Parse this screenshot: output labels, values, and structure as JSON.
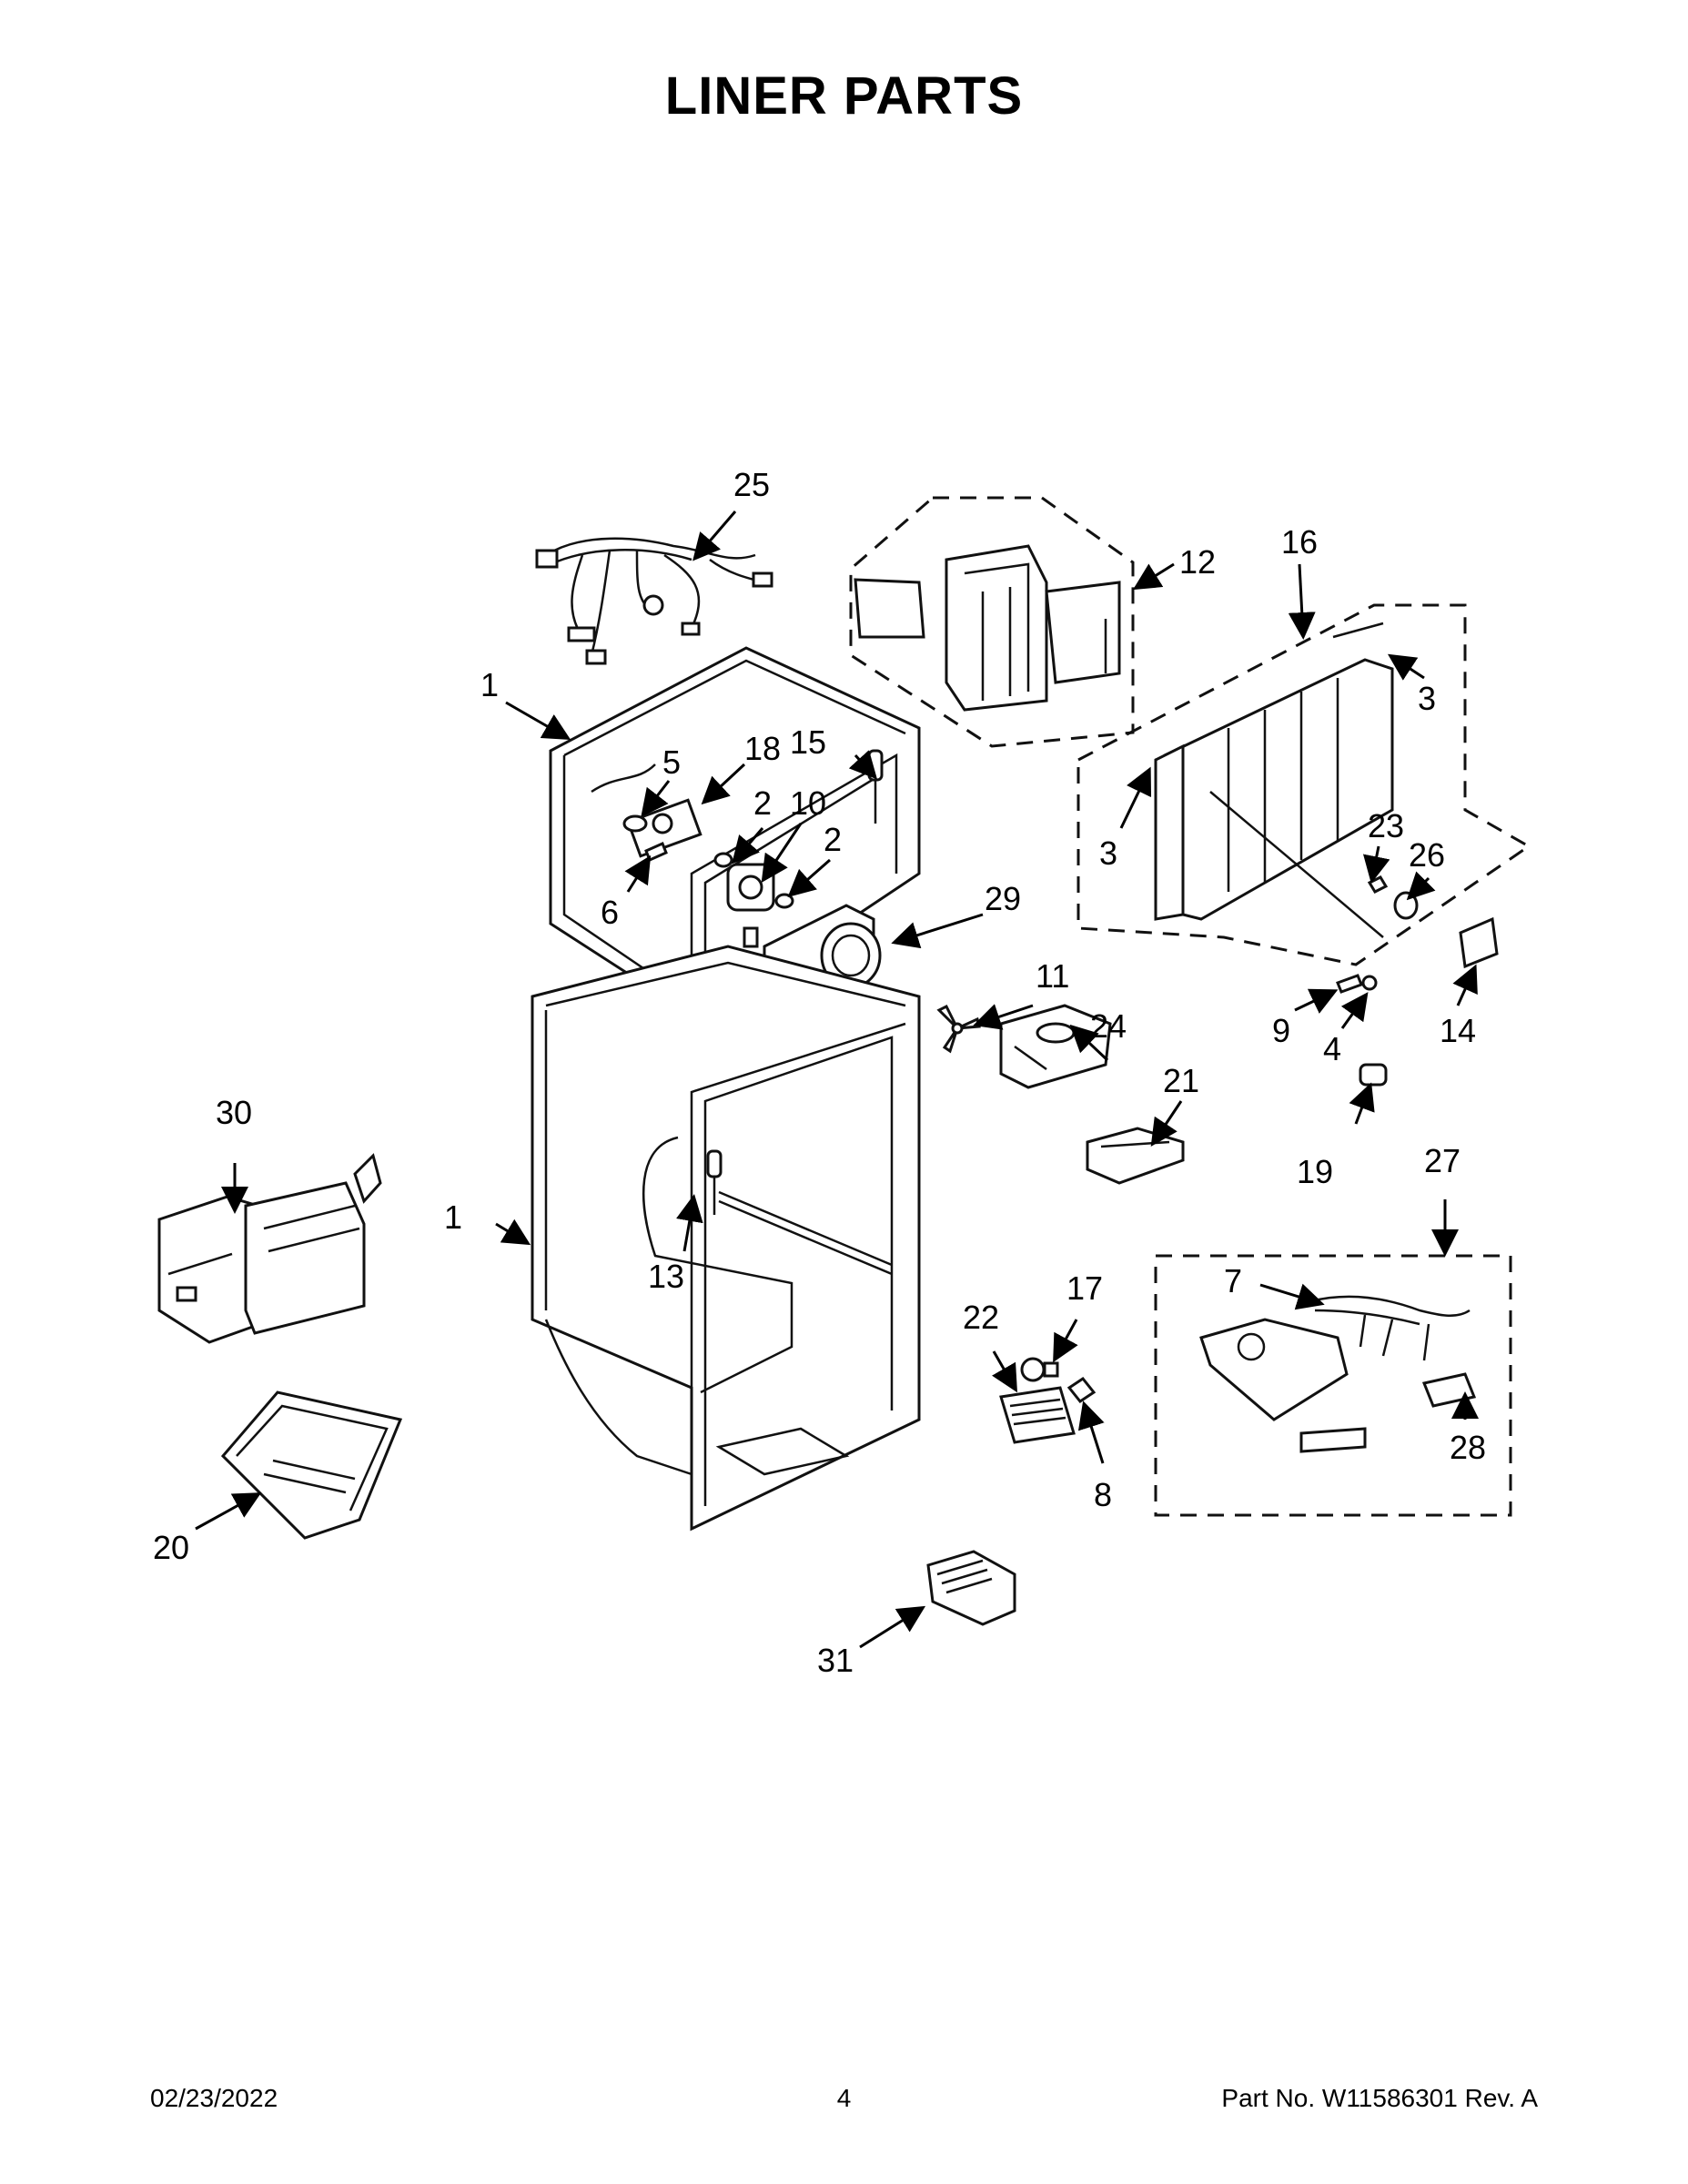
{
  "title": "LINER PARTS",
  "callouts": {
    "c1a": "1",
    "c1b": "1",
    "c2a": "2",
    "c2b": "2",
    "c3a": "3",
    "c3b": "3",
    "c4": "4",
    "c5": "5",
    "c6": "6",
    "c7": "7",
    "c8": "8",
    "c9": "9",
    "c10": "10",
    "c11": "11",
    "c12": "12",
    "c13": "13",
    "c14": "14",
    "c15": "15",
    "c16": "16",
    "c17": "17",
    "c18": "18",
    "c19": "19",
    "c20": "20",
    "c21": "21",
    "c22": "22",
    "c23": "23",
    "c24": "24",
    "c25": "25",
    "c26": "26",
    "c27": "27",
    "c28": "28",
    "c29": "29",
    "c30": "30",
    "c31": "31"
  },
  "footer": {
    "date": "02/23/2022",
    "page": "4",
    "part_no": "Part No.  W11586301   Rev.  A"
  }
}
